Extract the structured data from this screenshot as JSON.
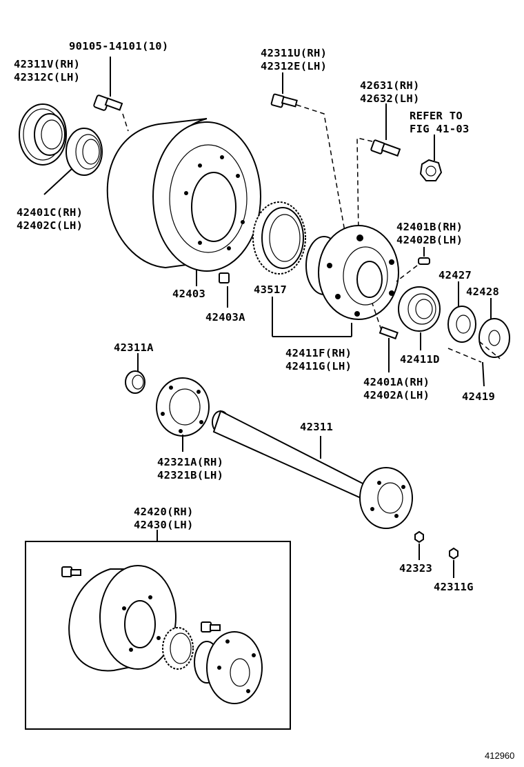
{
  "labels": {
    "bolt_90105": "90105-14101(10)",
    "oil_seal_rh": "42311V(RH)",
    "oil_seal_lh": "42312C(LH)",
    "hub_bolt_rh": "42311U(RH)",
    "hub_bolt_lh": "42312E(LH)",
    "stud_rh": "42631(RH)",
    "stud_lh": "42632(LH)",
    "refer_to": "REFER TO",
    "refer_fig": "FIG 41-03",
    "inner_bearing_rh": "42401C(RH)",
    "inner_bearing_lh": "42402C(LH)",
    "pin_rh": "42401B(RH)",
    "pin_lh": "42402B(LH)",
    "drum": "42403",
    "drum_plug": "42403A",
    "rotor": "43517",
    "part_42427": "42427",
    "part_42428": "42428",
    "hub_rh": "42411F(RH)",
    "hub_lh": "42411G(LH)",
    "bearing_42411d": "42411D",
    "bolt_a_rh": "42401A(RH)",
    "bolt_a_lh": "42402A(LH)",
    "screw_42419": "42419",
    "washer_42311a": "42311A",
    "shaft": "42311",
    "gasket_rh": "42321A(RH)",
    "gasket_lh": "42321B(LH)",
    "assembly_rh": "42420(RH)",
    "assembly_lh": "42430(LH)",
    "nut_42323": "42323",
    "nut_42311g": "42311G",
    "figure_number": "412960"
  }
}
